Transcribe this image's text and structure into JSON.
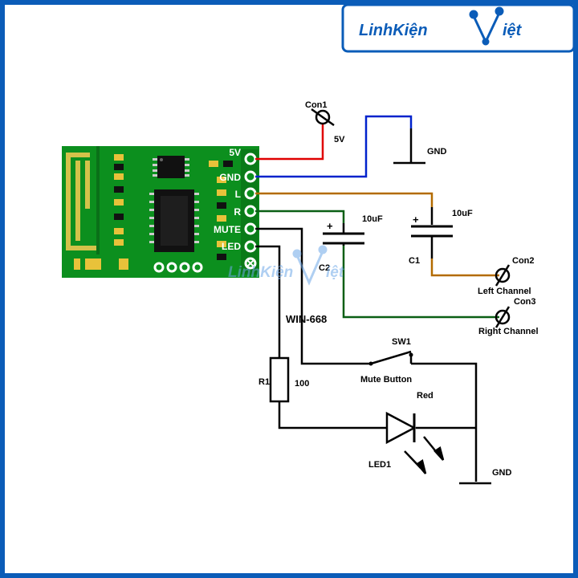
{
  "logo": {
    "text_before": "LinhKiện",
    "text_after": "iệt"
  },
  "watermark": {
    "text_before": "LinhKiện",
    "text_after": "iệt"
  },
  "module": {
    "name": "WIN-668",
    "pins": [
      "5V",
      "GND",
      "L",
      "R",
      "MUTE",
      "LED"
    ]
  },
  "components": {
    "con1": {
      "label": "Con1",
      "value": "5V"
    },
    "gnd_top": "GND",
    "c2": {
      "label": "C2",
      "value": "10uF"
    },
    "c1": {
      "label": "C1",
      "value": "10uF"
    },
    "con2": {
      "label": "Con2",
      "desc": "Left Channel"
    },
    "con3": {
      "label": "Con3",
      "desc": "Right Channel"
    },
    "sw1": {
      "label": "SW1",
      "desc": "Mute Button"
    },
    "r1": {
      "label": "R1",
      "value": "100"
    },
    "led1": {
      "label": "LED1",
      "color": "Red"
    },
    "gnd_bottom": "GND",
    "polarity": "+"
  },
  "colors": {
    "border": "#0b5cb8",
    "pcb": "#0c8f1e",
    "wire_5v": "#e00000",
    "wire_gnd": "#0022cc",
    "wire_left": "#b36b00",
    "wire_right": "#0a5f14",
    "wire_default": "#000000"
  }
}
